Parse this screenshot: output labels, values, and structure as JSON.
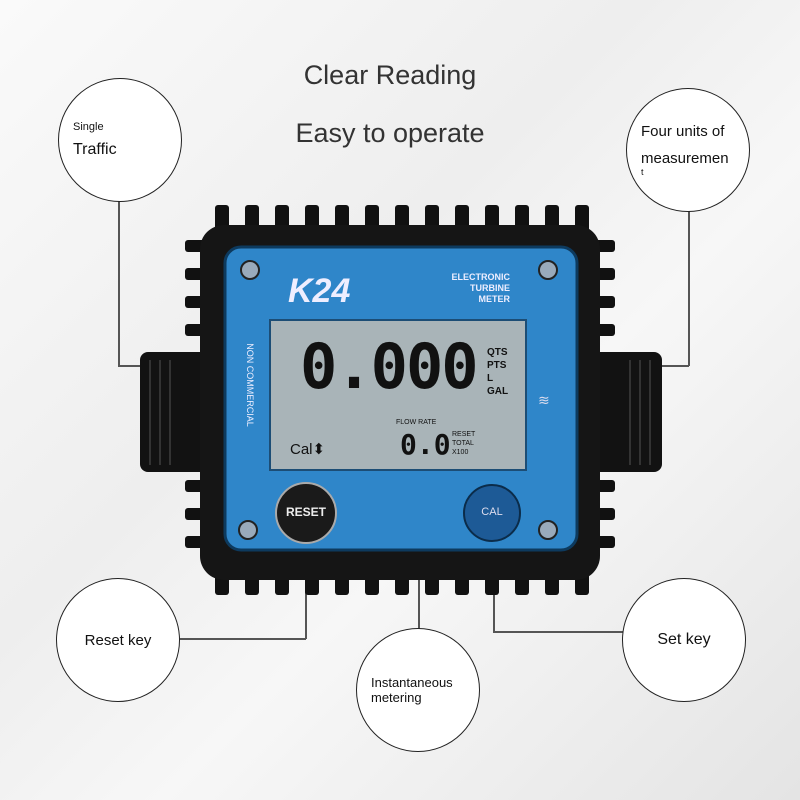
{
  "headline": {
    "line1": "Clear Reading",
    "line2": "Easy to operate"
  },
  "callouts": {
    "single_traffic": {
      "line1": "Single",
      "line2": "Traffic"
    },
    "four_units": {
      "line1": "Four units of",
      "line2": "measuremen",
      "line3": "t"
    },
    "reset_key": "Reset key",
    "instantaneous": {
      "line1": "Instantaneous",
      "line2": "metering"
    },
    "set_key": "Set key"
  },
  "meter": {
    "brand": "K24",
    "subtitle": {
      "l1": "ELECTRONIC",
      "l2": "TURBINE",
      "l3": "METER"
    },
    "side_label": "NON COMMERCIAL",
    "reading": "0.000",
    "units": [
      "QTS",
      "PTS",
      "L",
      "GAL"
    ],
    "flow_rate_label": "FLOW RATE",
    "flow_value": "0.0",
    "flow_flags": [
      "RESET",
      "TOTAL",
      "X100"
    ],
    "cal_label": "Cal",
    "reset_button": "RESET",
    "cal_button": "CAL",
    "colors": {
      "face": "#2f86c9",
      "lcd": "#a9b4b8",
      "body": "#151515"
    }
  }
}
